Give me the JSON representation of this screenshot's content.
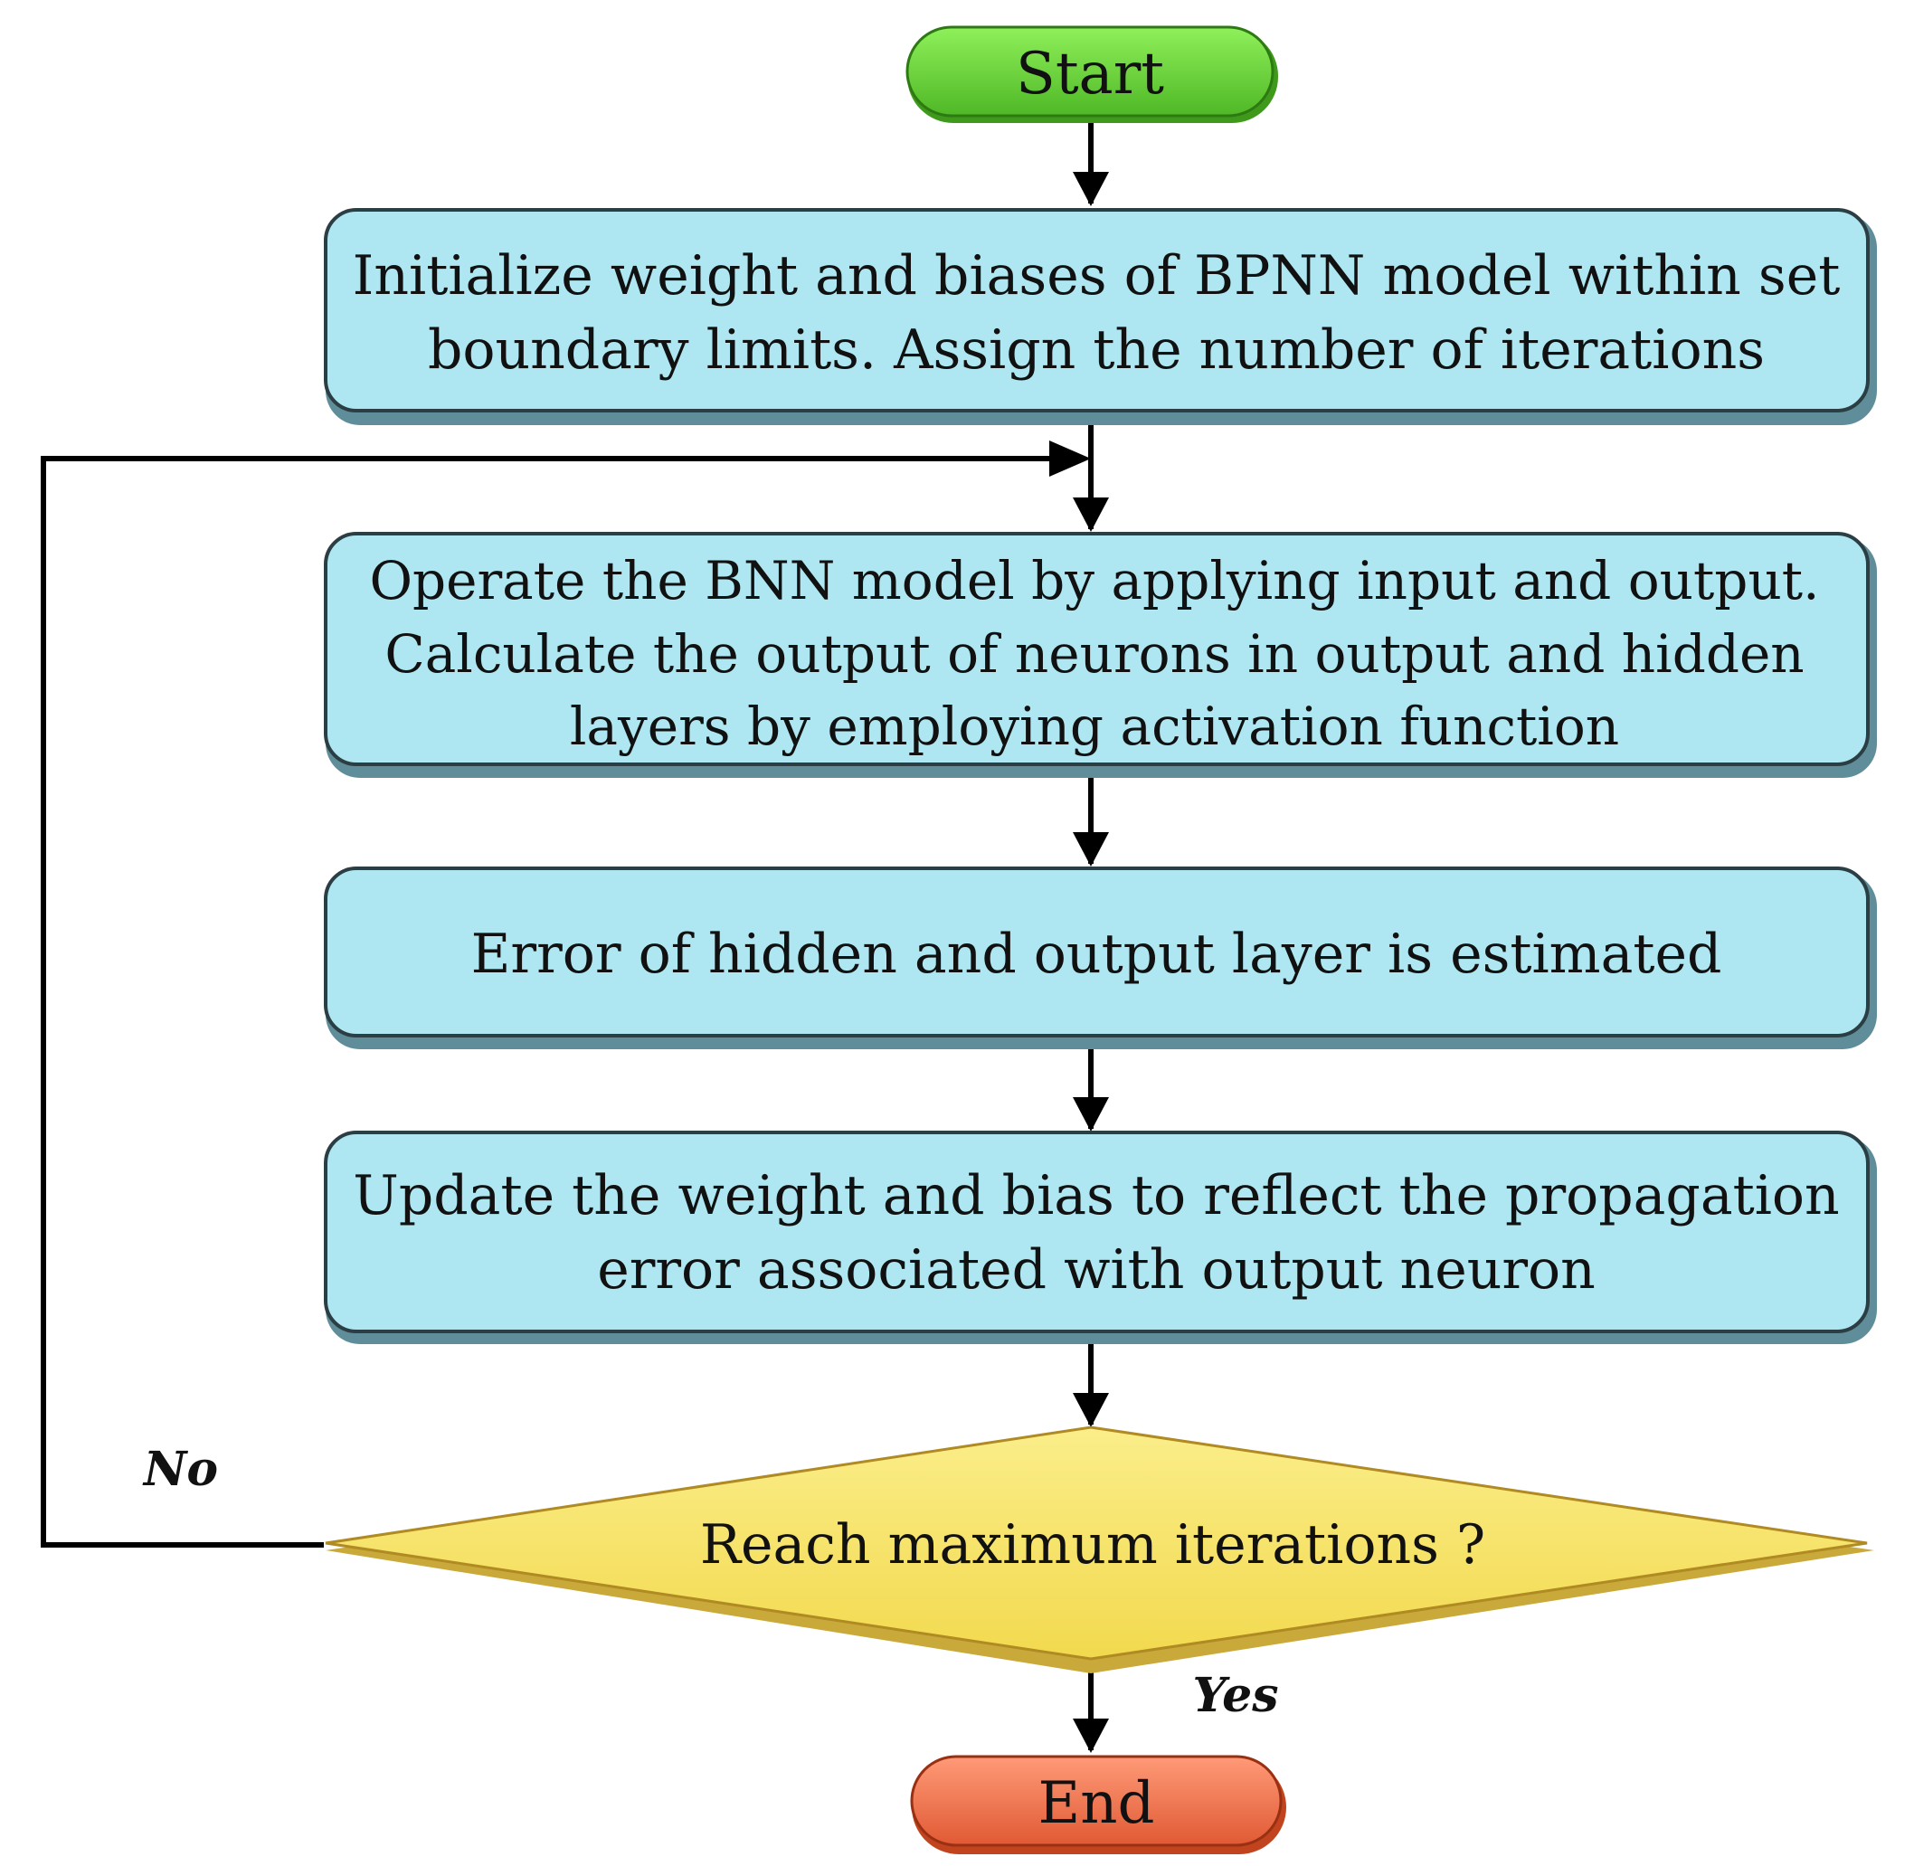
{
  "nodes": {
    "start": {
      "label": "Start",
      "color": "#6fd63a",
      "shade": "#3f9a1c"
    },
    "init": {
      "lines": [
        "Initialize weight and biases of BPNN model within set",
        "boundary limits. Assign the number of iterations"
      ],
      "color": "#aee7f1",
      "shade": "#5f8d99"
    },
    "operate": {
      "lines": [
        "Operate the BNN model by applying input and output.",
        "Calculate the output of neurons in output and hidden",
        "layers by employing activation function"
      ],
      "color": "#aee7f1",
      "shade": "#5f8d99"
    },
    "error": {
      "lines": [
        "Error of hidden and output layer is estimated"
      ],
      "color": "#aee7f1",
      "shade": "#5f8d99"
    },
    "update": {
      "lines": [
        "Update the weight and bias to reflect the propagation",
        "error associated with output neuron"
      ],
      "color": "#aee7f1",
      "shade": "#5f8d99"
    },
    "decision": {
      "label": "Reach maximum iterations ?",
      "color": "#f7e46a",
      "shade": "#c9a93a"
    },
    "end": {
      "label": "End",
      "color": "#f77a55",
      "shade": "#c1441f"
    }
  },
  "edges": {
    "no": "No",
    "yes": "Yes"
  }
}
